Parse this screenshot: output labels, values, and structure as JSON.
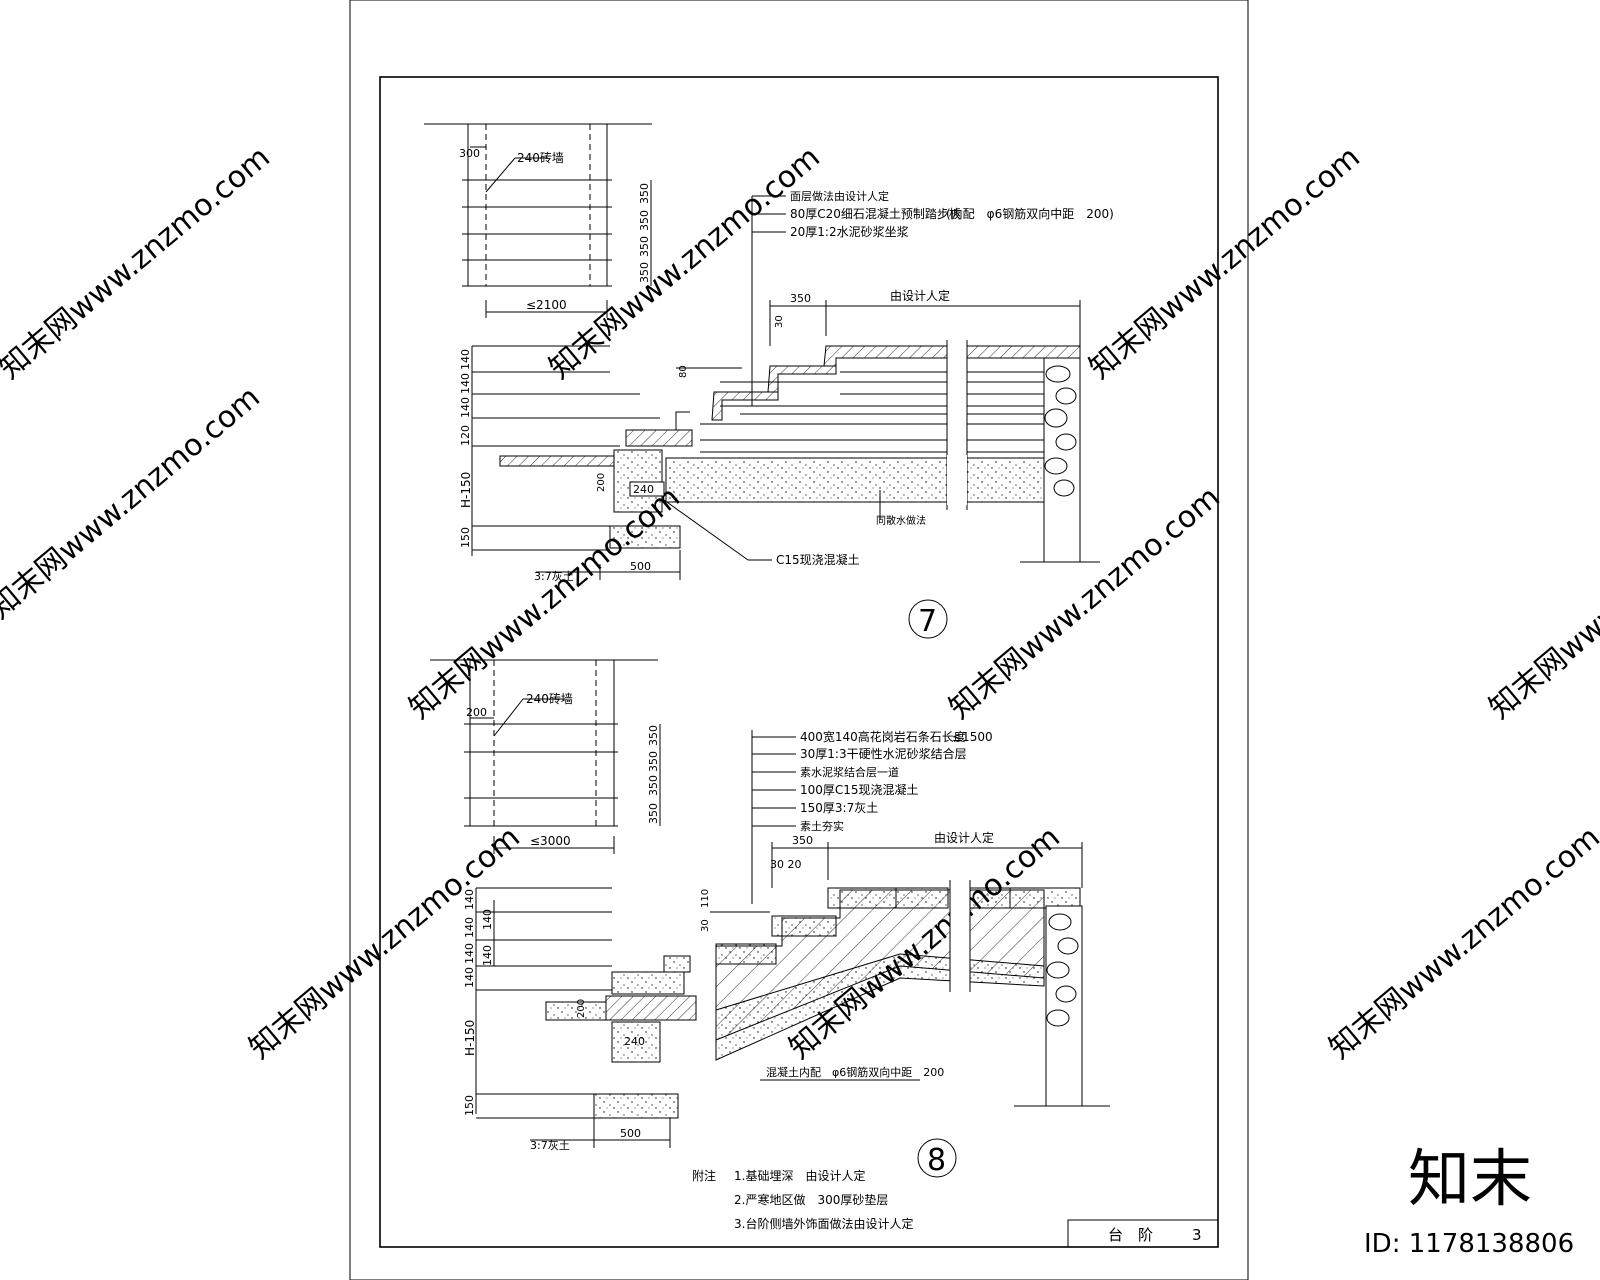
{
  "watermark": {
    "site": "知末网www.znzmo.com",
    "brand": "知末",
    "id_label": "ID: 1178138806"
  },
  "title_block": {
    "name": "台　阶",
    "number": "3"
  },
  "detail7": {
    "number": "7",
    "plan_wall": "240砖墙",
    "plan_300": "300",
    "plan_rise": [
      "350",
      "350",
      "350",
      "350"
    ],
    "plan_width": "≤2100",
    "notes": [
      "面层做法由设计人定",
      "80厚C20细石混凝土预制踏步板",
      "20厚1:2水泥砂浆坐浆"
    ],
    "note_rebar": "(内配　φ6钢筋双向中距　200)",
    "tread": "350",
    "by_design": "由设计人定",
    "dim_30": "30",
    "dim_80": "80",
    "risers": [
      "140",
      "140",
      "140",
      "120"
    ],
    "h150": "H-150",
    "dim_150": "150",
    "dim_200": "200",
    "dim_240": "240",
    "lime_soil": "3:7灰土",
    "base_width": "500",
    "concrete": "C15现浇混凝土",
    "apron": "同散水做法"
  },
  "detail8": {
    "number": "8",
    "plan_wall": "240砖墙",
    "plan_200": "200",
    "plan_rise": [
      "350",
      "350",
      "350",
      "350"
    ],
    "plan_width": "≤3000",
    "notes": [
      "400宽140高花岗岩石条石长度",
      "30厚1:3干硬性水泥砂浆结合层",
      "素水泥浆结合层一道",
      "100厚C15现浇混凝土",
      "150厚3:7灰土",
      "素土夯实"
    ],
    "note_len": "≤1500",
    "tread": "350",
    "by_design": "由设计人定",
    "dim_30_20": "30 20",
    "dim_110": "110",
    "dim_30": "30",
    "risers": [
      "140",
      "140",
      "140",
      "140"
    ],
    "risers_inner": [
      "140",
      "140"
    ],
    "h150": "H-150",
    "dim_150": "150",
    "dim_200": "200",
    "dim_240": "240",
    "lime_soil": "3:7灰土",
    "base_width": "500",
    "rebar": "混凝土内配　φ6钢筋双向中距　200"
  },
  "notes": {
    "head": "附注",
    "items": [
      "1.基础埋深　由设计人定",
      "2.严寒地区做　300厚砂垫层",
      "3.台阶侧墙外饰面做法由设计人定"
    ]
  }
}
